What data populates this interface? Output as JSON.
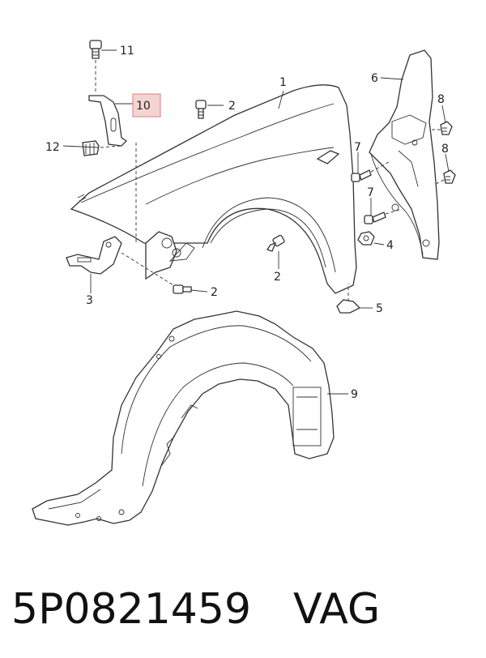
{
  "callouts": {
    "c1": "1",
    "c2a": "2",
    "c2b": "2",
    "c2c": "2",
    "c3": "3",
    "c4": "4",
    "c5": "5",
    "c6": "6",
    "c7a": "7",
    "c7b": "7",
    "c8a": "8",
    "c8b": "8",
    "c9": "9",
    "c10": "10",
    "c11": "11",
    "c12": "12"
  },
  "highlight_color": "#f6d3d3",
  "footer": {
    "part_number": "5P0821459",
    "brand": "VAG"
  }
}
